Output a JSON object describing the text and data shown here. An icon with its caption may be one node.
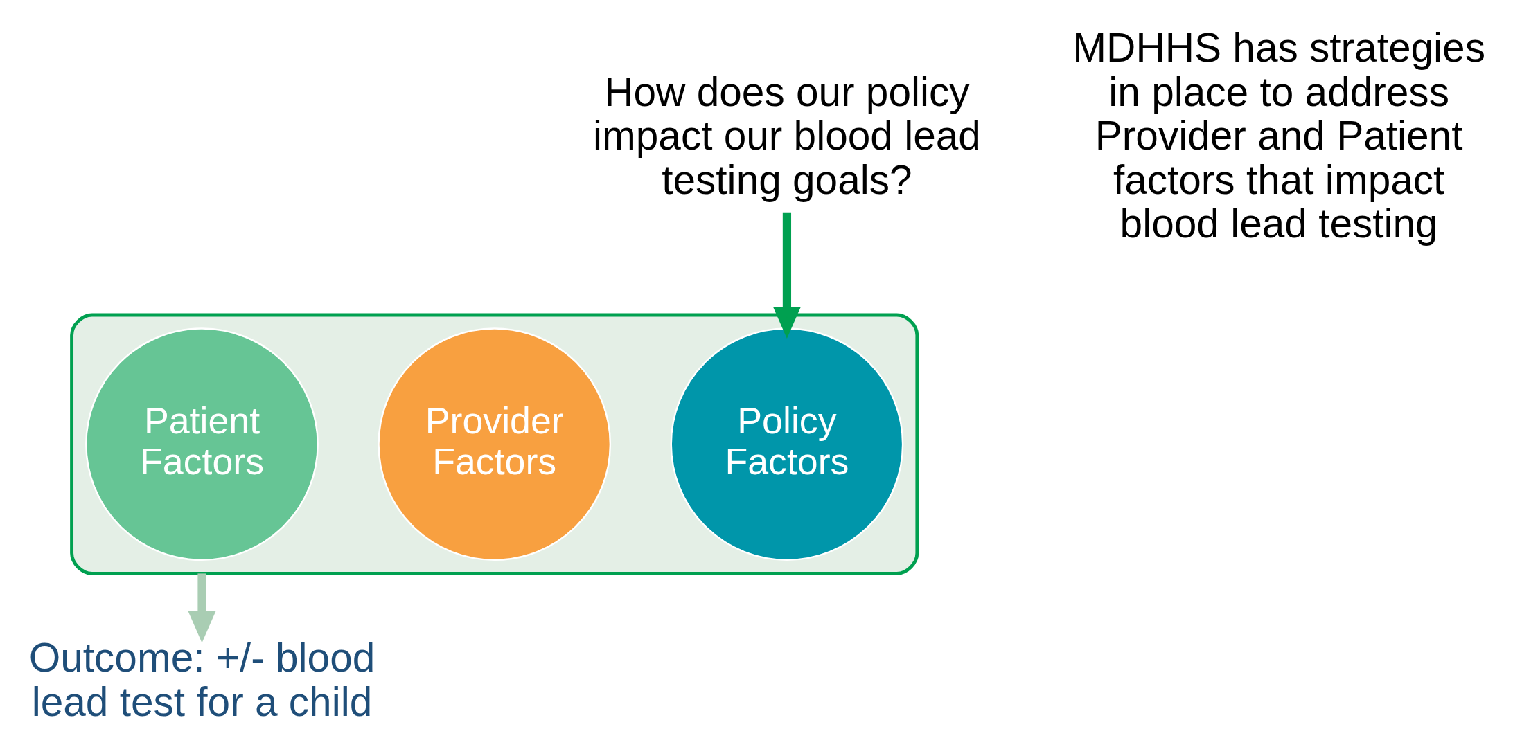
{
  "diagram": {
    "nodes": [
      {
        "text": [],
        "shape": "funnel"
      },
      {
        "text": [
          "Policy Factors"
        ],
        "in": 0
      },
      {
        "text": [
          "Provider Factors"
        ],
        "in": 0
      },
      {
        "text": [
          "Patient Factors"
        ],
        "in": 0
      },
      {
        "text": [
          "How does our policy impact our blood lead testing goals?"
        ]
      },
      {
        "text": [
          "Outcome: +/- blood lead test for a child"
        ]
      }
    ],
    "edges": [
      {
        "from": 4,
        "to": 1,
        "arrow": "to",
        "color": "#00a050"
      },
      {
        "from": 0,
        "to": 5,
        "arrow": "to",
        "color": "#a9cdb3"
      }
    ],
    "labels": [
      "MDHHS has strategies in place to address Provider and Patient factors that impact blood lead testing"
    ]
  }
}
